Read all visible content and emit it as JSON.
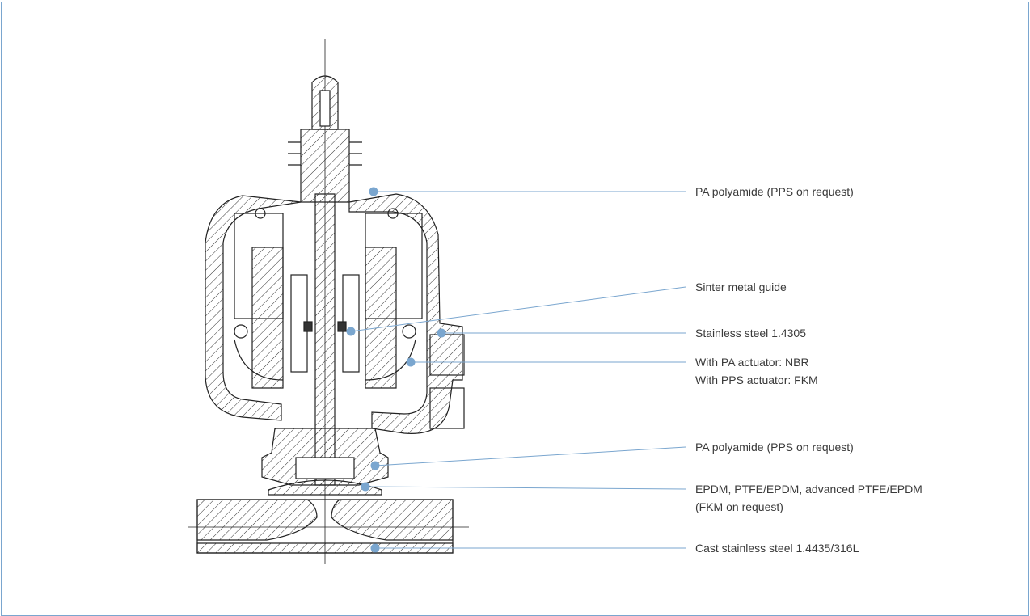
{
  "accent_color": "#7aa6cf",
  "callouts": [
    {
      "id": "actuator-housing",
      "lines": [
        "PA polyamide (PPS on request)"
      ]
    },
    {
      "id": "guide",
      "lines": [
        "Sinter metal guide"
      ]
    },
    {
      "id": "spindle",
      "lines": [
        "Stainless steel 1.4305"
      ]
    },
    {
      "id": "seal",
      "lines": [
        "With PA actuator: NBR",
        "With PPS actuator: FKM"
      ]
    },
    {
      "id": "bonnet",
      "lines": [
        "PA polyamide (PPS on request)"
      ]
    },
    {
      "id": "diaphragm",
      "lines": [
        "EPDM, PTFE/EPDM, advanced PTFE/EPDM",
        "(FKM on request)"
      ]
    },
    {
      "id": "valve-body",
      "lines": [
        "Cast stainless steel 1.4435/316L"
      ]
    }
  ]
}
